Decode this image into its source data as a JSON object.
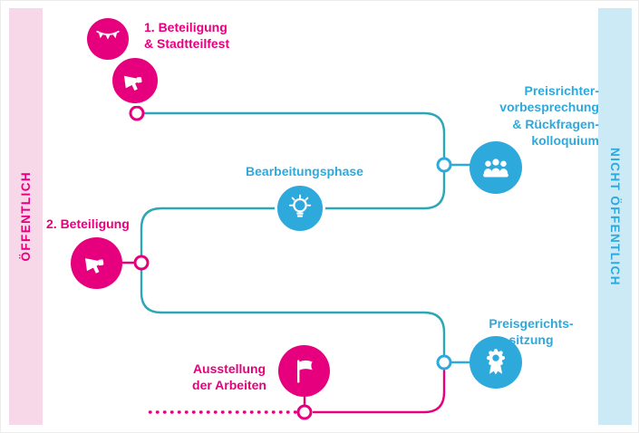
{
  "palette": {
    "pink": "#e6007e",
    "blue": "#2ea9dc",
    "teal_line": "#2ba7b5",
    "band_pink_bg": "#f7d8e8",
    "band_blue_bg": "#cce9f6"
  },
  "bands": {
    "left": {
      "label": "ÖFFENTLICH"
    },
    "right": {
      "label": "NICHT ÖFFENTLICH"
    }
  },
  "nodes": {
    "participation1": {
      "label": "1. Beteiligung\n& Stadtteilfest",
      "icons": [
        "bunting-icon",
        "megaphone-icon"
      ]
    },
    "jury_briefing": {
      "label": "Preisrichter-\nvorbesprechung\n& Rückfragen-\nkolloquium",
      "icon": "jury-icon"
    },
    "working_phase": {
      "label": "Bearbeitungsphase",
      "icon": "lightbulb-icon"
    },
    "participation2": {
      "label": "2. Beteiligung",
      "icon": "megaphone-icon"
    },
    "jury_session": {
      "label": "Preisgerichts-\nsitzung",
      "icon": "medal-icon"
    },
    "exhibition": {
      "label": "Ausstellung\nder Arbeiten",
      "icon": "flag-icon"
    }
  },
  "connectors": {
    "style": "rounded elbow lines",
    "final_segment_style": "dotted",
    "open_node_fill": "#ffffff"
  }
}
